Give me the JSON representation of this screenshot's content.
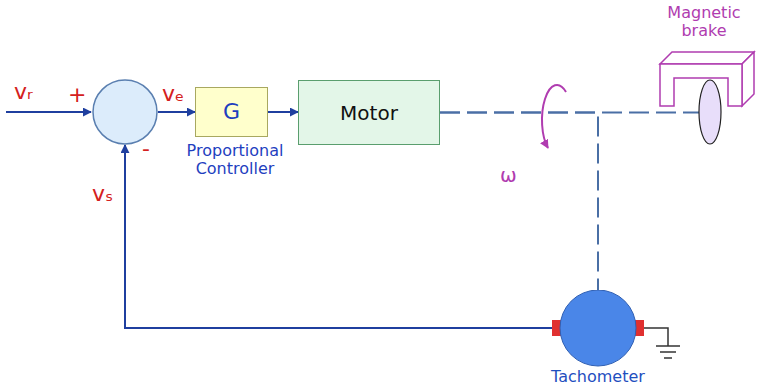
{
  "diagram": {
    "nodes": [
      {
        "text": [
          "+",
          "-"
        ]
      },
      {
        "text": [
          "G"
        ]
      },
      {
        "text": [
          "Motor"
        ]
      },
      {
        "text": [
          "Magnetic brake"
        ]
      },
      {
        "text": [
          "Tachometer"
        ]
      }
    ],
    "edges": [
      {
        "from": 0,
        "to": 1,
        "arrow": "to",
        "label": "vₑ"
      },
      {
        "from": 1,
        "to": 2,
        "arrow": "to"
      },
      {
        "from": 2,
        "to": 3,
        "arrow": "none"
      },
      {
        "from": 2,
        "to": 4,
        "arrow": "none"
      },
      {
        "from": 4,
        "to": 0,
        "arrow": "to",
        "label": "vₛ"
      }
    ],
    "labels": [
      "vᵣ",
      "Proportional Controller",
      "ω"
    ]
  }
}
